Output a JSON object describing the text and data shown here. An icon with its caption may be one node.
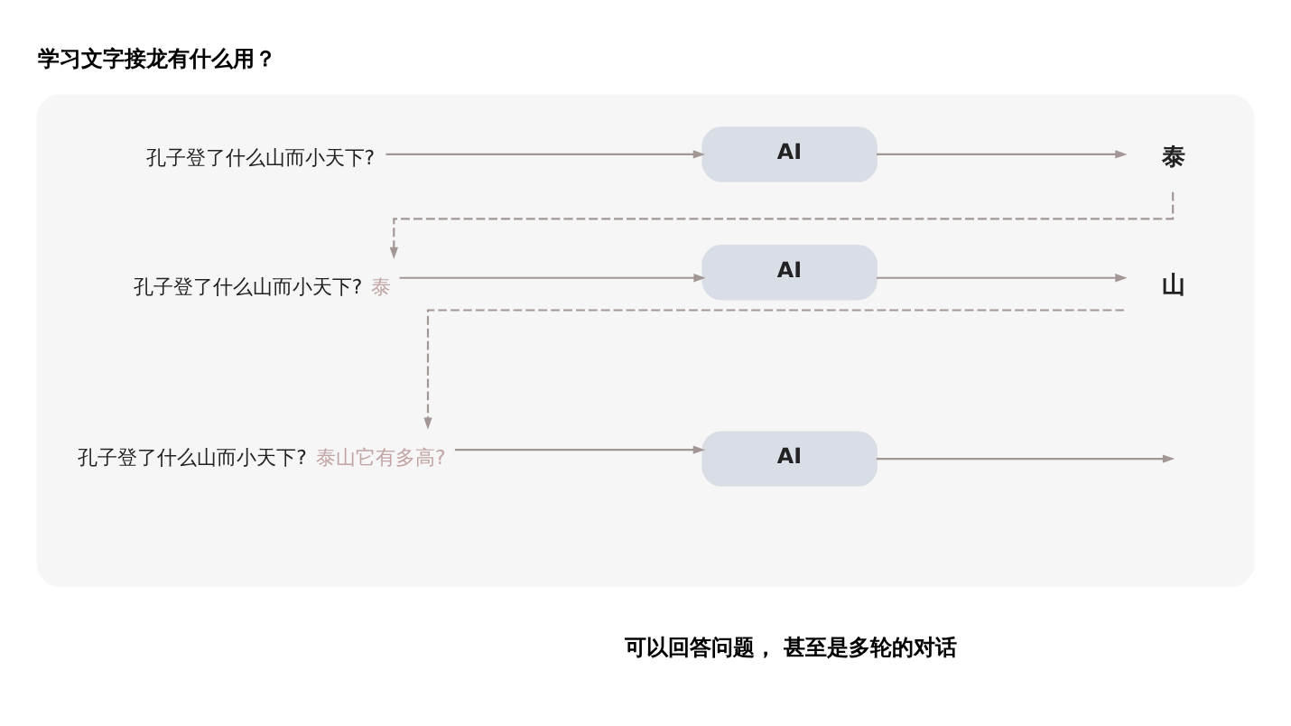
{
  "diagram": {
    "title": "学习文字接龙有什么用？",
    "caption": "可以回答问题， 甚至是多轮的对话",
    "nodes": [
      {
        "text": [],
        "shape": "box"
      },
      {
        "text": [
          "孔子登了什么山而小天下?"
        ],
        "in": 0
      },
      {
        "text": [
          "AI"
        ],
        "in": 0
      },
      {
        "text": [
          "泰"
        ],
        "in": 0
      },
      {
        "text": [
          "孔子登了什么山而小天下?",
          "泰"
        ],
        "in": 0
      },
      {
        "text": [
          "AI"
        ],
        "in": 0
      },
      {
        "text": [
          "山"
        ],
        "in": 0
      },
      {
        "text": [
          "孔子登了什么山而小天下?",
          "泰山它有多高?"
        ],
        "in": 0
      },
      {
        "text": [
          "AI"
        ],
        "in": 0
      }
    ],
    "edges": [
      {
        "from": 1,
        "to": 2,
        "arrow": "to"
      },
      {
        "from": 2,
        "to": 3,
        "arrow": "to"
      },
      {
        "from": 3,
        "to": 4,
        "arrow": "to",
        "style": "dashed"
      },
      {
        "from": 4,
        "to": 5,
        "arrow": "to"
      },
      {
        "from": 5,
        "to": 6,
        "arrow": "to"
      },
      {
        "from": 6,
        "to": 7,
        "arrow": "to",
        "style": "dashed"
      },
      {
        "from": 7,
        "to": 8,
        "arrow": "to"
      },
      {
        "from": 8,
        "to": null,
        "arrow": "to"
      }
    ]
  }
}
